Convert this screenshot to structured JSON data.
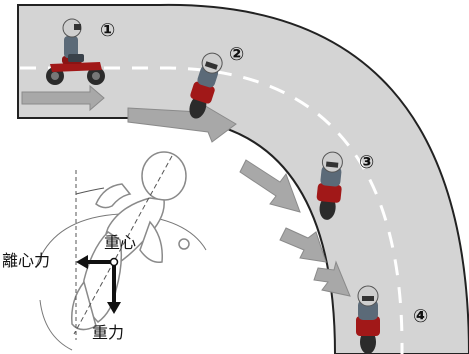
{
  "figure": {
    "markers": [
      "①",
      "②",
      "③",
      "④"
    ],
    "labels": {
      "center_of_gravity": "重心",
      "centrifugal_force": "離心力",
      "gravity": "重力"
    }
  }
}
